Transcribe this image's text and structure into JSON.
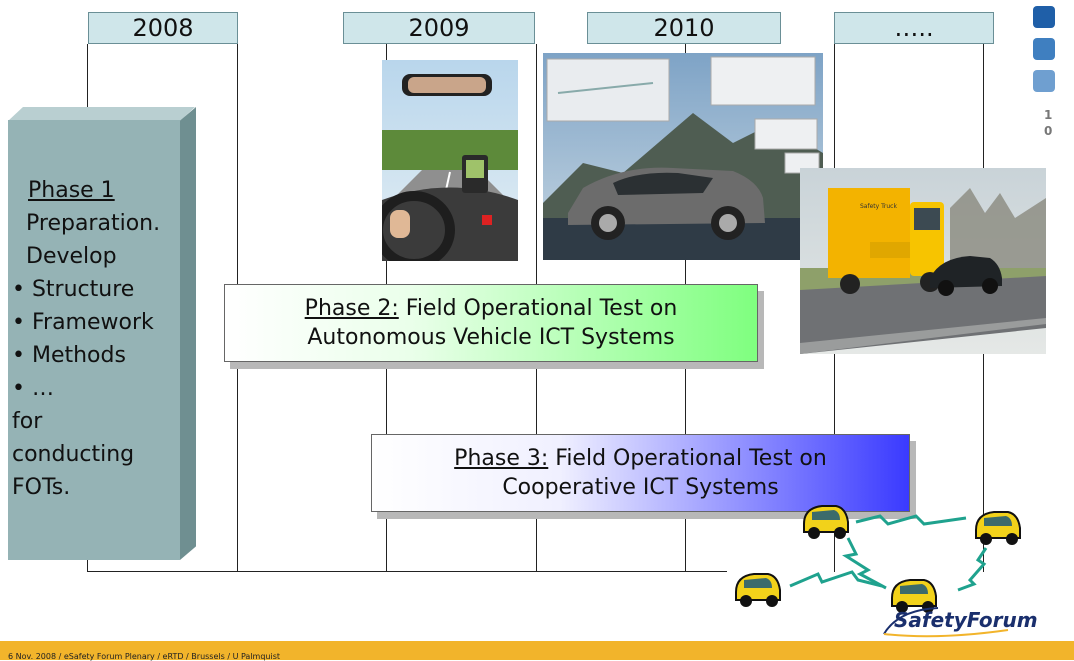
{
  "timeline": {
    "years": [
      "2008",
      "2009",
      "2010",
      "….."
    ]
  },
  "phase1": {
    "title": "Phase 1",
    "line1": "Preparation.",
    "line2": "Develop",
    "bullets": [
      "• Structure",
      "• Framework",
      "• Methods",
      "• …"
    ],
    "tail": [
      "for",
      "conducting",
      "FOTs."
    ]
  },
  "phase2": {
    "label": "Phase 2:",
    "line1_rest": " Field Operational Test on",
    "line2": "Autonomous Vehicle ICT Systems"
  },
  "phase3": {
    "label": "Phase 3:",
    "line1_rest": " Field Operational Test on",
    "line2": "Cooperative ICT Systems"
  },
  "side_nav": {
    "page_digit_1": "1",
    "page_digit_2": "0",
    "colors": [
      "#1f5fa8",
      "#3f7fc0",
      "#6f9fd0"
    ]
  },
  "logo": {
    "text": "SafetyForum"
  },
  "footer": {
    "text": "6 Nov. 2008 / eSafety Forum Plenary / eRTD / Brussels / U Palmquist",
    "color": "#f2b42b"
  },
  "truck_label": "Safety Truck"
}
